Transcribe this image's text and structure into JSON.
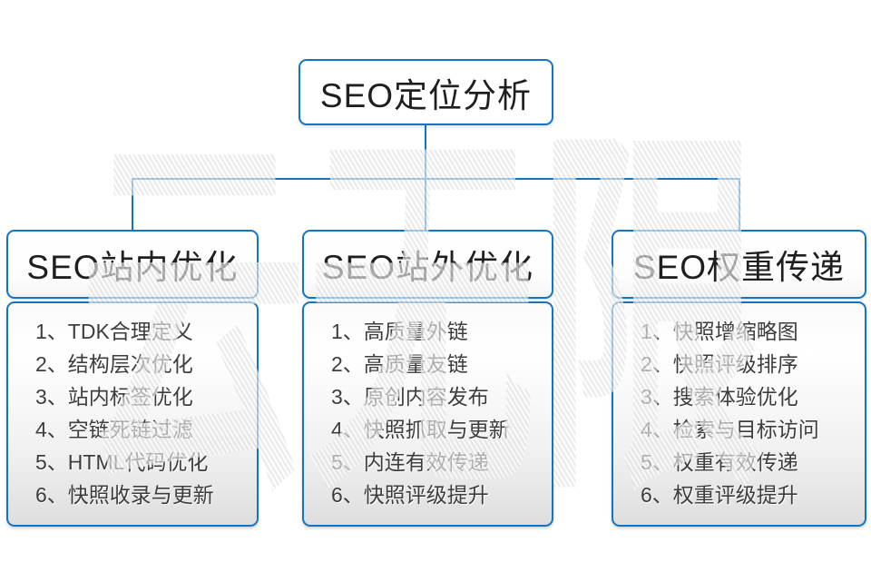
{
  "diagram": {
    "root_title": "SEO定位分析",
    "columns": [
      {
        "title": "SEO站内优化",
        "items": [
          "1、TDK合理定义",
          "2、结构层次优化",
          "3、站内标签优化",
          "4、空链死链过滤",
          "5、HTML代码优化",
          "6、快照收录与更新"
        ]
      },
      {
        "title": "SEO站外优化",
        "items": [
          "1、高质量外链",
          "2、高质量友链",
          "3、原创内容发布",
          "4、快照抓取与更新",
          "5、内连有效传递",
          "6、快照评级提升"
        ]
      },
      {
        "title": "SEO权重传递",
        "items": [
          "1、快照增缩略图",
          "2、快照评级排序",
          "3、搜索体验优化",
          "4、检索与目标访问",
          "5、权重有效传递",
          "6、权重评级提升"
        ]
      }
    ],
    "watermark_text": "云无限",
    "colors": {
      "border_blue": "#1474c4",
      "text_dark": "#1f1f1f",
      "list_text": "#3d3d3d",
      "watermark_gray": "#e7e7e7"
    }
  }
}
